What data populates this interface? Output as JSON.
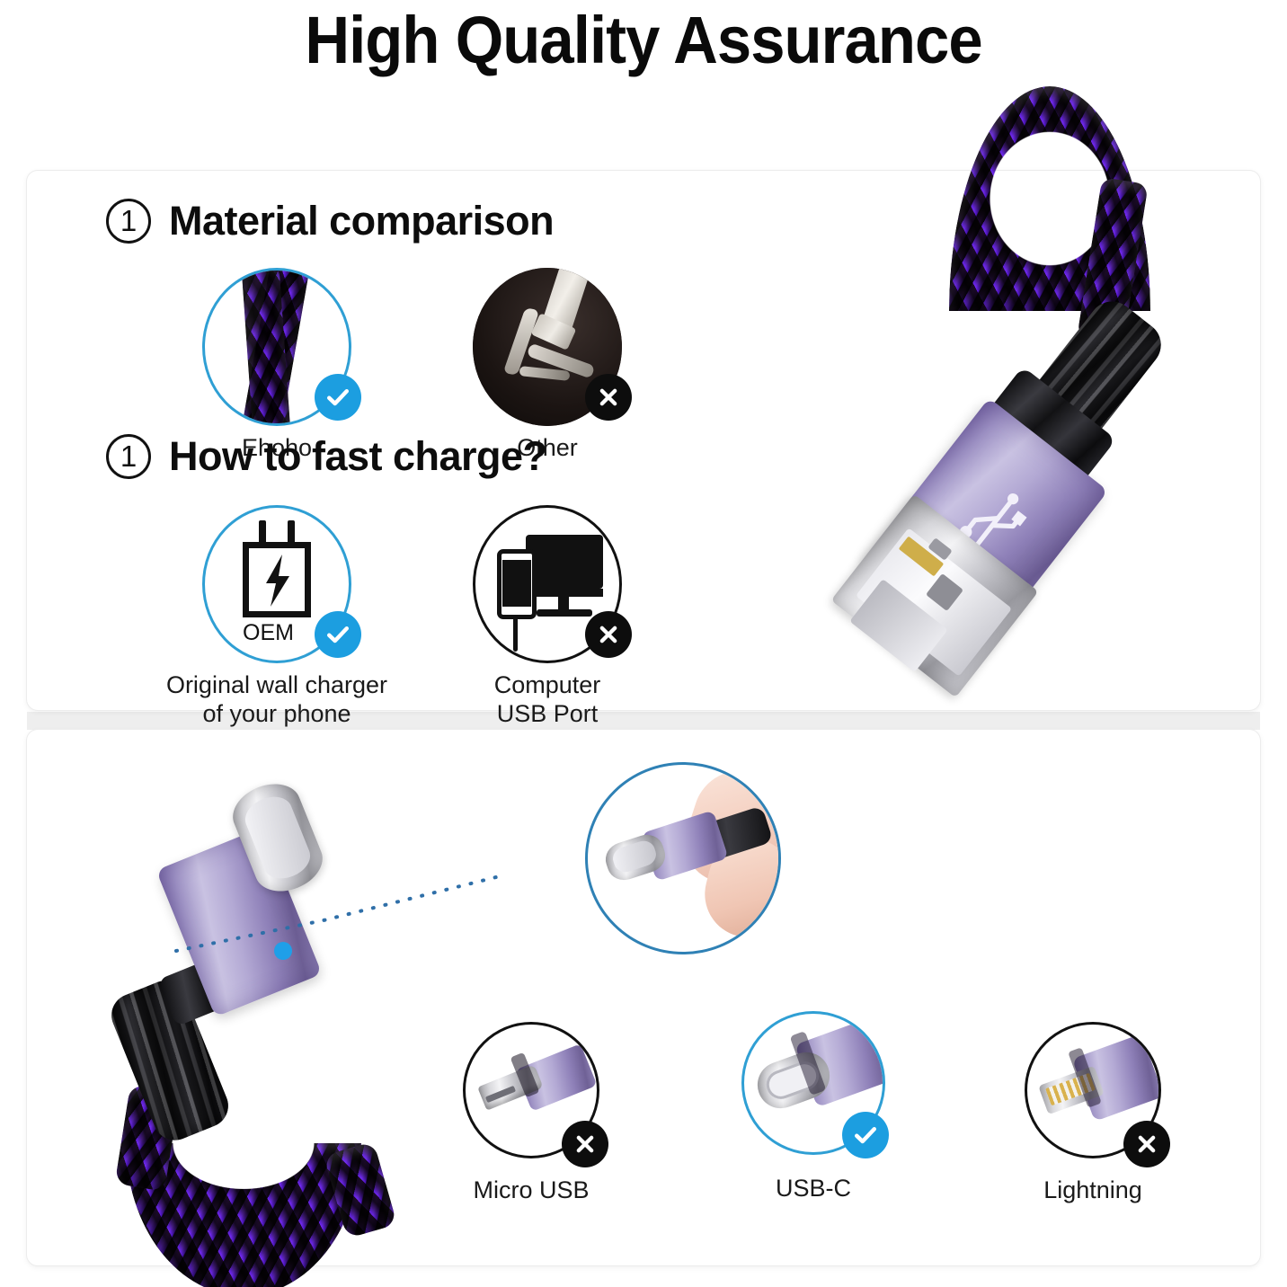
{
  "title": "High Quality Assurance",
  "sections": [
    {
      "number": "1",
      "heading": "Material comparison",
      "items": [
        {
          "label": "Ehoho",
          "badge": "check",
          "icon": "braided-cable-icon"
        },
        {
          "label": "Other",
          "badge": "cross",
          "icon": "frayed-cable-photo-icon"
        }
      ]
    },
    {
      "number": "1",
      "heading": "How to fast charge?",
      "items": [
        {
          "label": "Original wall charger\nof your phone",
          "badge": "check",
          "icon": "wall-charger-icon",
          "icon_text": "OEM"
        },
        {
          "label": "Computer\nUSB Port",
          "badge": "cross",
          "icon": "computer-monitor-phone-icon"
        }
      ]
    }
  ],
  "connectors": [
    {
      "label": "Micro USB",
      "badge": "cross",
      "icon": "micro-usb-plug-icon"
    },
    {
      "label": "USB-C",
      "badge": "check",
      "icon": "usb-c-plug-icon"
    },
    {
      "label": "Lightning",
      "badge": "cross",
      "icon": "lightning-plug-icon"
    }
  ],
  "product": {
    "usb_a_connector_icon": "usb-a-plug-icon",
    "usb_a_logo_icon": "usb-trident-logo-icon",
    "usb_c_connector_icon": "usb-c-plug-icon",
    "detail_callout_icon": "hand-holding-usb-c-icon",
    "cable_icon": "braided-nylon-cable-icon"
  },
  "colors": {
    "accent_blue": "#1c9ee0",
    "ring_blue": "#2f9fd4",
    "badge_black": "#0d0d0d",
    "housing_purple": "#9d91c4",
    "braid_purple": "#8a4fe0",
    "panel_bg": "#ffffff",
    "page_bg": "#ffffff"
  }
}
